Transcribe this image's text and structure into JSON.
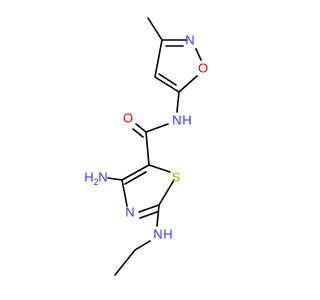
{
  "colors": {
    "carbon_bond": "#000000",
    "nitrogen": "#3333ff",
    "oxygen": "#ff0000",
    "sulfur": "#b2b200",
    "background": "#ffffff"
  },
  "atoms": {
    "isoxazole_N": "N",
    "isoxazole_O": "O",
    "amide_O": "O",
    "amide_NH": "N",
    "amide_H": "H",
    "amino_N": "N",
    "amino_H2": "H",
    "amino_H2_sub": "2",
    "thiazole_N": "N",
    "thiazole_S": "S",
    "ethylamino_NH": "N",
    "ethylamino_H": "H"
  }
}
